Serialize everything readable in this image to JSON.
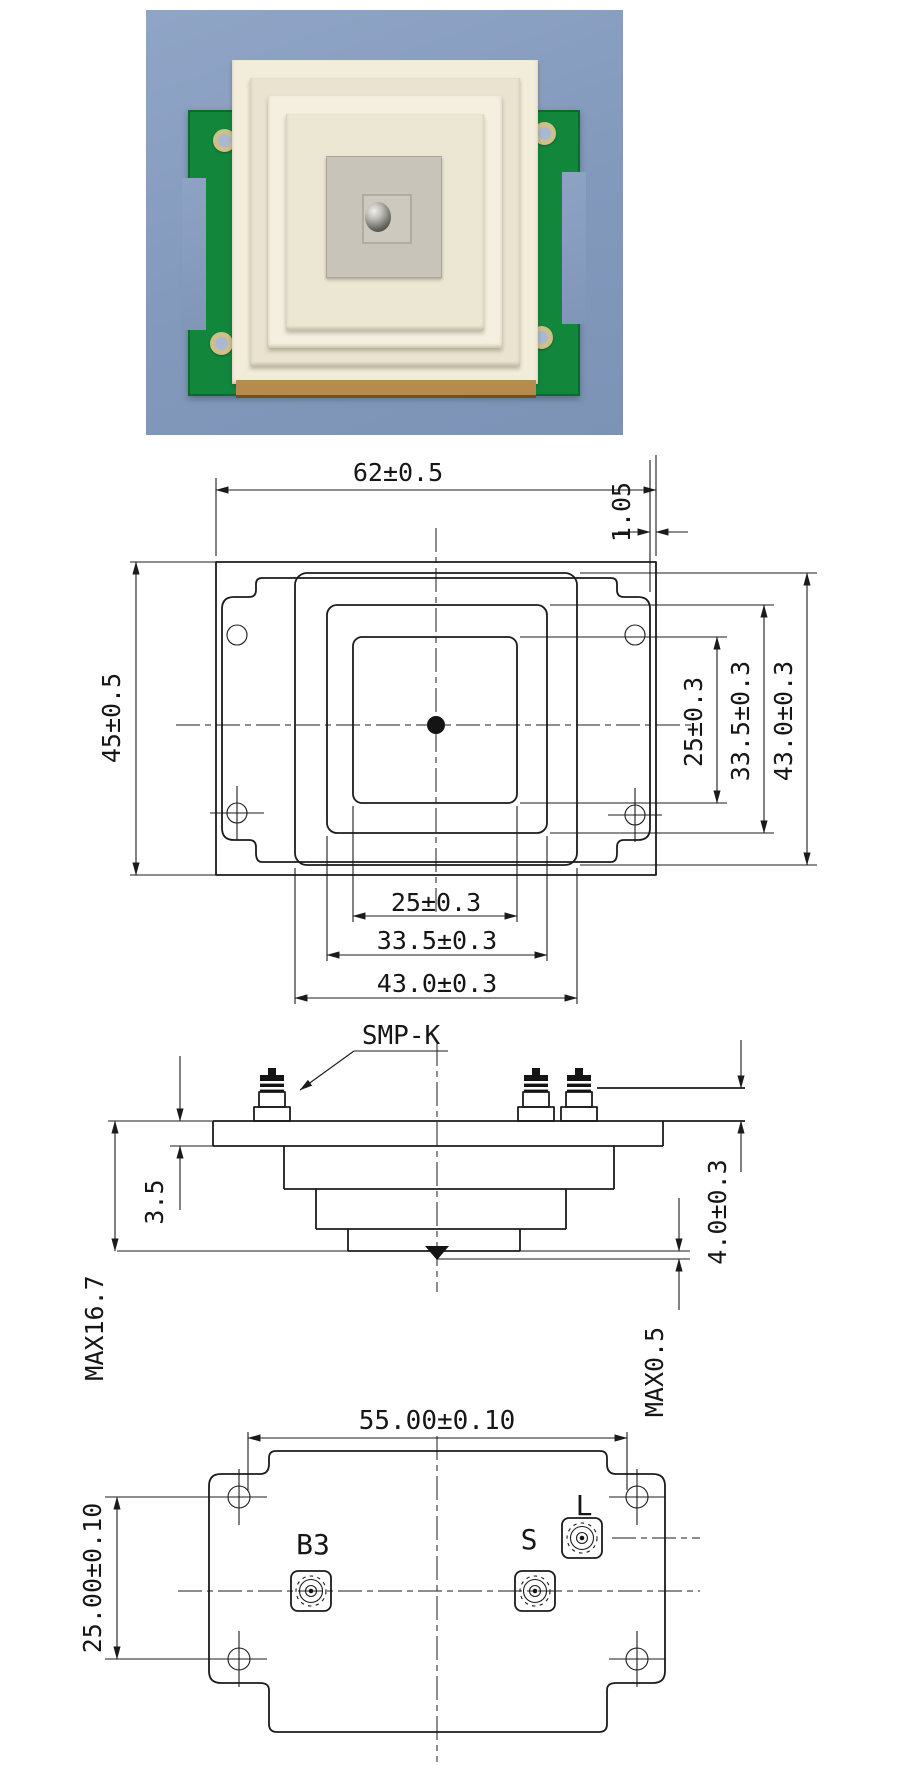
{
  "colors": {
    "photo_background": "#8399bc",
    "pcb_green": "#12873c",
    "ceramic_cream": "#f2edda",
    "patch_grey": "#c9c4b9",
    "drawing_line": "#1b1b1b"
  },
  "top_view": {
    "dim_width_top": "62±0.5",
    "dim_edge_offset": "1.05",
    "dim_height_left": "45±0.5",
    "dim_right_inner": "25±0.3",
    "dim_right_mid": "33.5±0.3",
    "dim_right_outer": "43.0±0.3",
    "dim_bottom_inner": "25±0.3",
    "dim_bottom_mid": "33.5±0.3",
    "dim_bottom_outer": "43.0±0.3"
  },
  "side_view": {
    "connector_type": "SMP-K",
    "dim_plate_thickness": "3.5",
    "dim_max_height": "MAX16.7",
    "dim_base_thickness": "4.0±0.3",
    "dim_max_protrusion": "MAX0.5"
  },
  "bottom_view": {
    "dim_width": "55.00±0.10",
    "dim_hole_spacing": "25.00±0.10",
    "ports": {
      "b3": "B3",
      "s": "S",
      "l": "L"
    }
  }
}
